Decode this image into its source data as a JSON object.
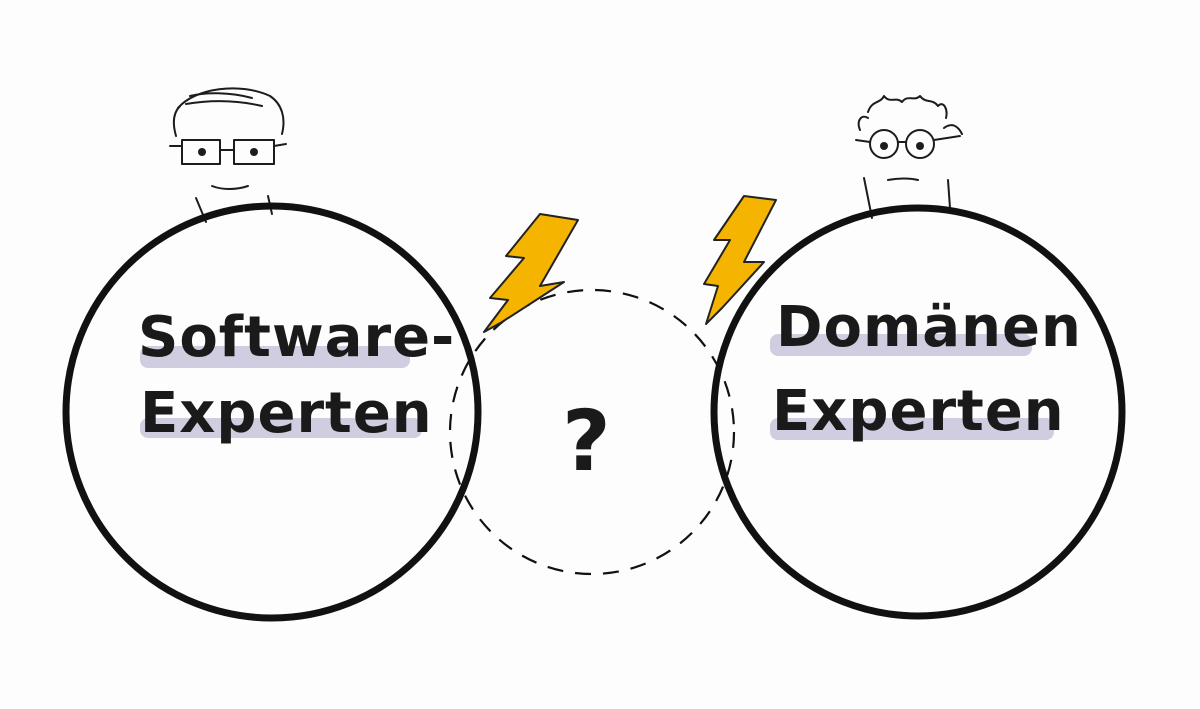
{
  "left_group": {
    "label_line1": "Software-",
    "label_line2": "Experten"
  },
  "right_group": {
    "label_line1": "Domänen",
    "label_line2": "Experten"
  },
  "overlap": {
    "symbol": "?"
  },
  "colors": {
    "ink": "#1a1a1a",
    "highlight": "#c9c4da",
    "bolt": "#f5b400",
    "background": "#fdfdfd"
  },
  "icons": [
    "person-sketch-icon",
    "lightning-bolt-icon"
  ]
}
